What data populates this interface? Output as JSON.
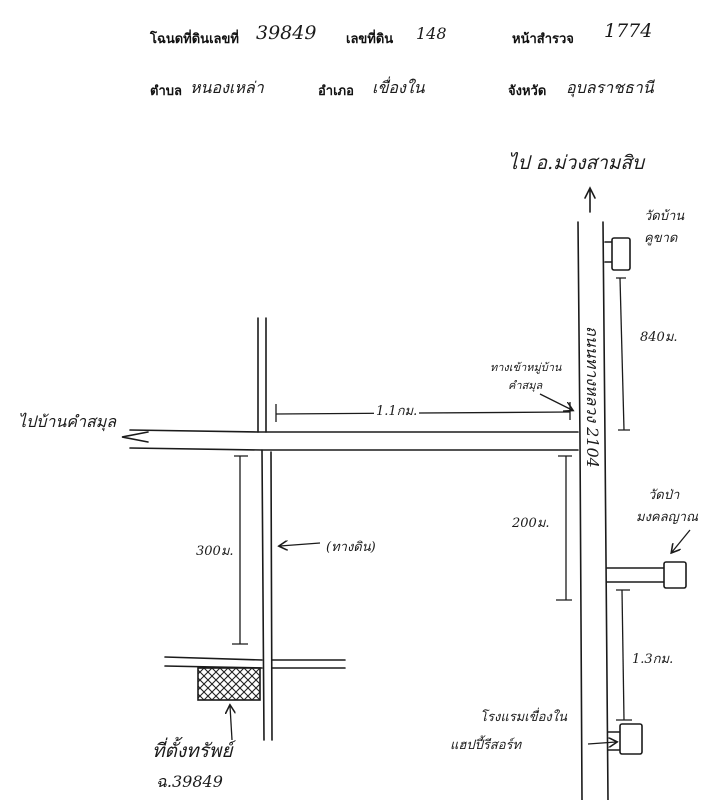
{
  "header": {
    "deed_label": "โฉนดที่ดินเลขที่",
    "deed_no": "39849",
    "land_no_label": "เลขที่ดิน",
    "land_no": "148",
    "survey_label": "หน้าสำรวจ",
    "survey_no": "1774",
    "tambon_label": "ตำบล",
    "tambon": "หนองเหล่า",
    "amphoe_label": "อำเภอ",
    "amphoe": "เขื่องใน",
    "province_label": "จังหวัด",
    "province": "อุบลราชธานี"
  },
  "labels": {
    "to_muang_sam_sip": "ไป อ.ม่วงสามสิบ",
    "wat_ban_ku_khat": "วัดบ้าน\nคูขาด",
    "dist_840": "840ม.",
    "path_to_village_line1": "ทางเข้าหมู่บ้าน",
    "path_to_village_line2": "คำสมุล",
    "dist_1_1km": "1.1กม.",
    "to_ban_kham_samun": "ไปบ้านคำสมุล",
    "road_name": "ถนนทางหลวง 2104",
    "dist_200": "200ม.",
    "dist_300": "300ม.",
    "dirt_road": "(ทางดิน)",
    "wat_pa_line1": "วัดป่า",
    "wat_pa_line2": "มงคลญาณ",
    "dist_1_3km": "1.3กม.",
    "hotel_line1": "โรงแรมเขื่องใน",
    "hotel_line2": "แฮปปี้รีสอร์ท",
    "property_label": "ที่ตั้งทรัพย์",
    "deed_ref": "ฉ.39849"
  },
  "colors": {
    "ink": "#1b1b1b",
    "paper": "#ffffff"
  }
}
